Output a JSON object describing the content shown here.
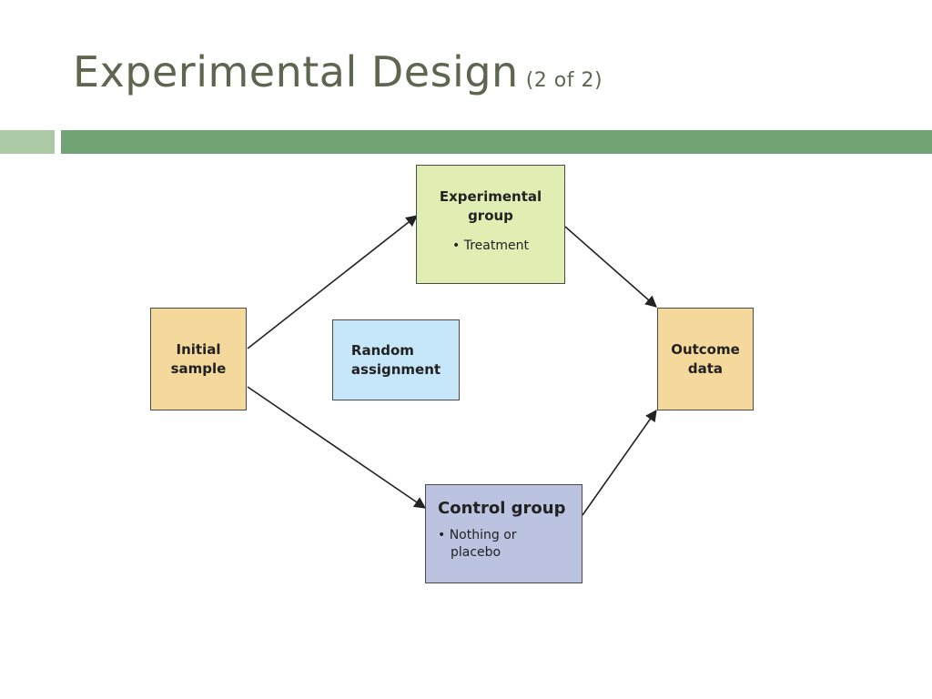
{
  "slide": {
    "title": "Experimental Design",
    "subtitle": "(2 of 2)"
  },
  "diagram": {
    "initial_sample": {
      "line1": "Initial",
      "line2": "sample"
    },
    "random_assignment": {
      "line1": "Random",
      "line2": "assignment"
    },
    "experimental_group": {
      "line1": "Experimental",
      "line2": "group",
      "bullet": "• Treatment"
    },
    "control_group": {
      "title": "Control group",
      "bullet_line1": "• Nothing or",
      "bullet_line2": "placebo"
    },
    "outcome_data": {
      "line1": "Outcome",
      "line2": "data"
    }
  },
  "colors": {
    "title_text": "#5e6650",
    "band_light": "#aac9a4",
    "band_dark": "#72a374",
    "initial_sample_fill": "#f5d89b",
    "random_assignment_fill": "#c6e6f9",
    "experimental_group_fill": "#e0eeb4",
    "control_group_fill": "#bcc3e0",
    "outcome_data_fill": "#f5d89b",
    "arrow": "#222222"
  }
}
